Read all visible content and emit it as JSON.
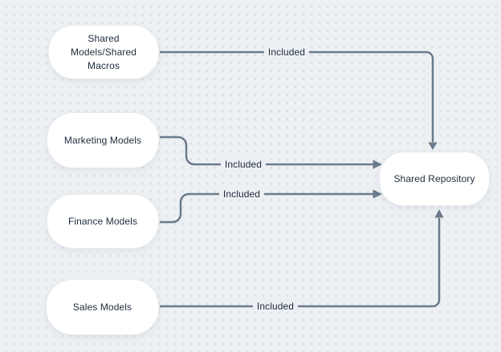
{
  "diagram": {
    "type": "flowchart",
    "nodes": {
      "shared_models": {
        "label": "Shared Models/Shared Macros"
      },
      "marketing": {
        "label": "Marketing Models"
      },
      "finance": {
        "label": "Finance Models"
      },
      "sales": {
        "label": "Sales Models"
      },
      "repository": {
        "label": "Shared Repository"
      }
    },
    "edges": [
      {
        "from": "Shared Models/Shared Macros",
        "to": "Shared Repository",
        "label": "Included",
        "enters": "top"
      },
      {
        "from": "Marketing Models",
        "to": "Shared Repository",
        "label": "Included",
        "enters": "left"
      },
      {
        "from": "Finance Models",
        "to": "Shared Repository",
        "label": "Included",
        "enters": "left"
      },
      {
        "from": "Sales Models",
        "to": "Shared Repository",
        "label": "Included",
        "enters": "bottom"
      }
    ],
    "colors": {
      "background": "#edf0f3",
      "grid_dot": "#d4dae1",
      "node_fill": "#ffffff",
      "connector": "#6b7a8b",
      "text": "#1e2b3c"
    }
  }
}
